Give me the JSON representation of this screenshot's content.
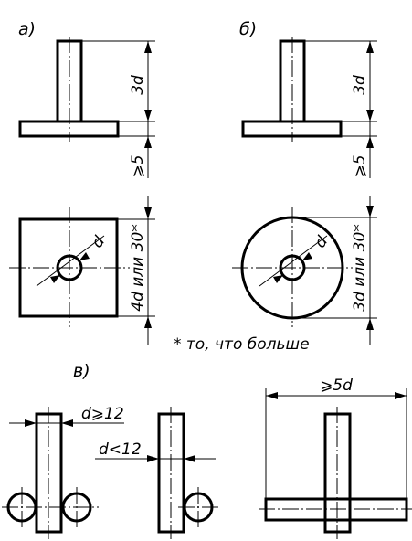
{
  "panels": {
    "a": {
      "label": "а)",
      "height_dim": "3d",
      "gap_dim": "⩾5",
      "hole_dim": "d",
      "size_dim": "4d или 30*"
    },
    "b": {
      "label": "б)",
      "height_dim": "3d",
      "gap_dim": "⩾5",
      "hole_dim": "d",
      "size_dim": "3d или 30*"
    },
    "c": {
      "label": "в)",
      "dim_left": "d⩾12",
      "dim_middle": "d<12",
      "dim_right": "⩾5d"
    }
  },
  "footnote": "* то, что больше"
}
